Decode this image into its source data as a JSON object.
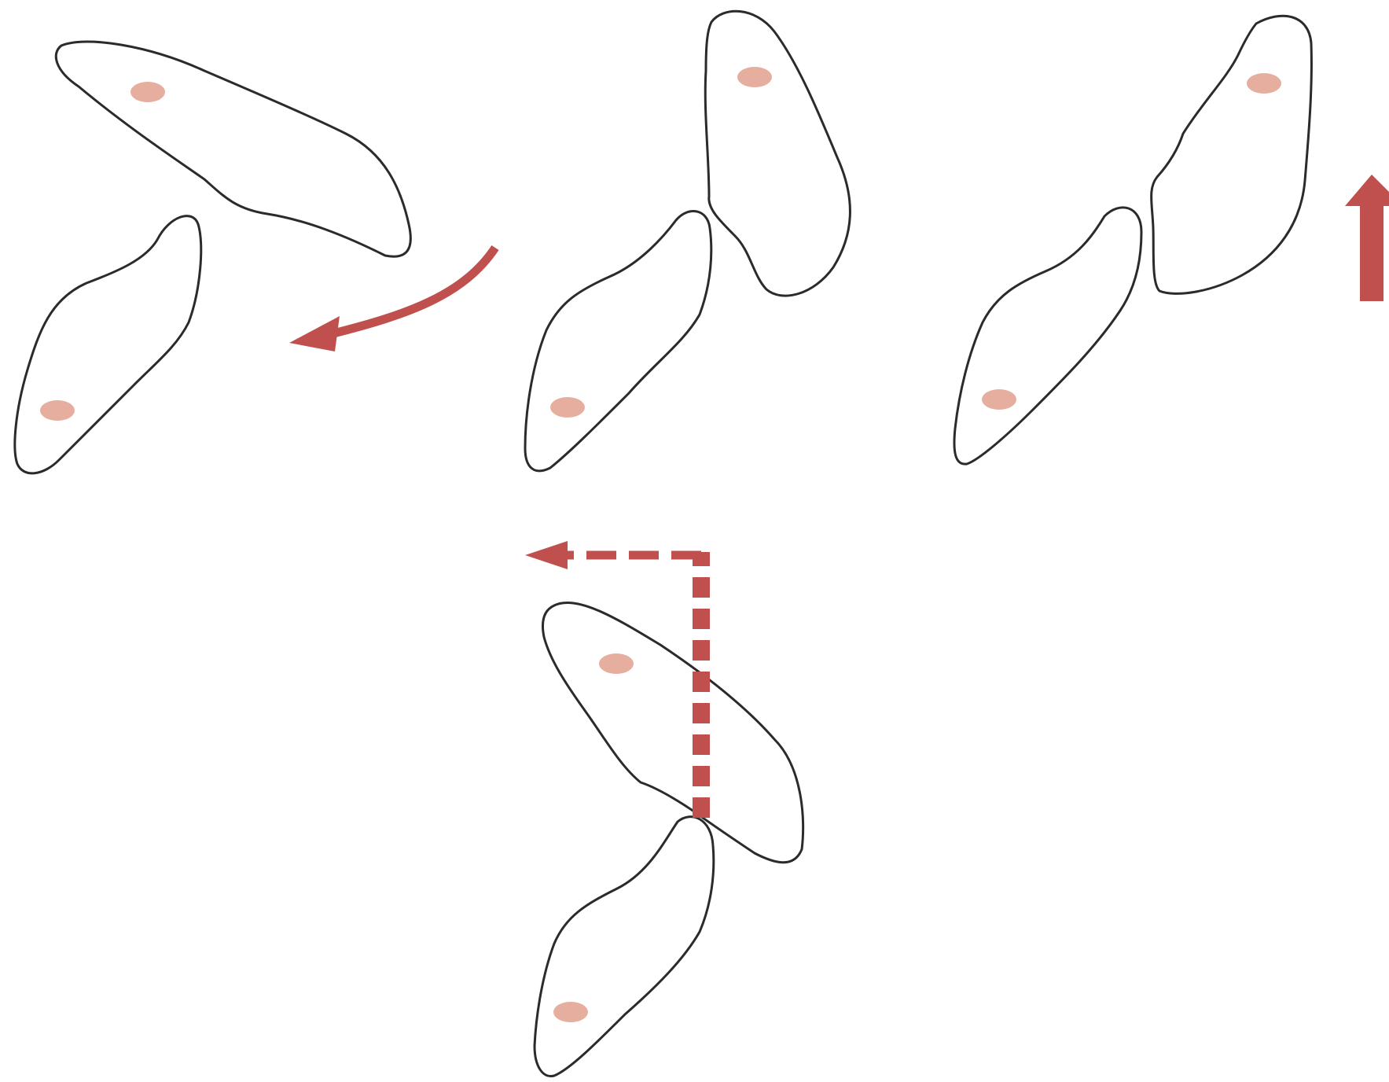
{
  "colors": {
    "outline": "#2b2b2b",
    "nucleus": "#e3a594",
    "arrow": "#c0504d",
    "background": "#ffffff"
  },
  "panels": [
    {
      "id": "separate-cells",
      "description_visible_text": ""
    },
    {
      "id": "cells-touching",
      "description_visible_text": ""
    },
    {
      "id": "cells-pushing-apart",
      "description_visible_text": ""
    },
    {
      "id": "cells-overlapping",
      "description_visible_text": ""
    }
  ],
  "arrows": [
    {
      "id": "curved-rotate-arrow",
      "style": "solid"
    },
    {
      "id": "upward-arrow",
      "style": "solid"
    },
    {
      "id": "dashed-elbow-arrow",
      "style": "dashed"
    }
  ]
}
